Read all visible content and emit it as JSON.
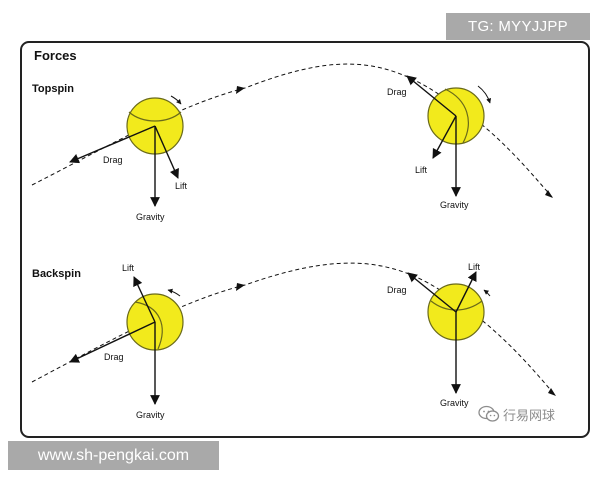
{
  "diagram": {
    "title": "Forces",
    "topspin": {
      "label": "Topspin",
      "left_ball": {
        "drag": "Drag",
        "lift": "Lift",
        "gravity": "Gravity"
      },
      "right_ball": {
        "drag": "Drag",
        "lift": "Lift",
        "gravity": "Gravity"
      }
    },
    "backspin": {
      "label": "Backspin",
      "left_ball": {
        "drag": "Drag",
        "lift": "Lift",
        "gravity": "Gravity"
      },
      "right_ball": {
        "drag": "Drag",
        "lift": "Lift",
        "gravity": "Gravity"
      }
    }
  },
  "overlays": {
    "tg_badge": "TG: MYYJJPP",
    "url_badge": "www.sh-pengkai.com",
    "wechat_label": "行易网球",
    "wechat_icon": "wechat-icon"
  },
  "colors": {
    "ball_fill": "#f2ea1c",
    "ball_stroke": "#6a6a1a",
    "badge_bg": "#a9a9a9"
  }
}
